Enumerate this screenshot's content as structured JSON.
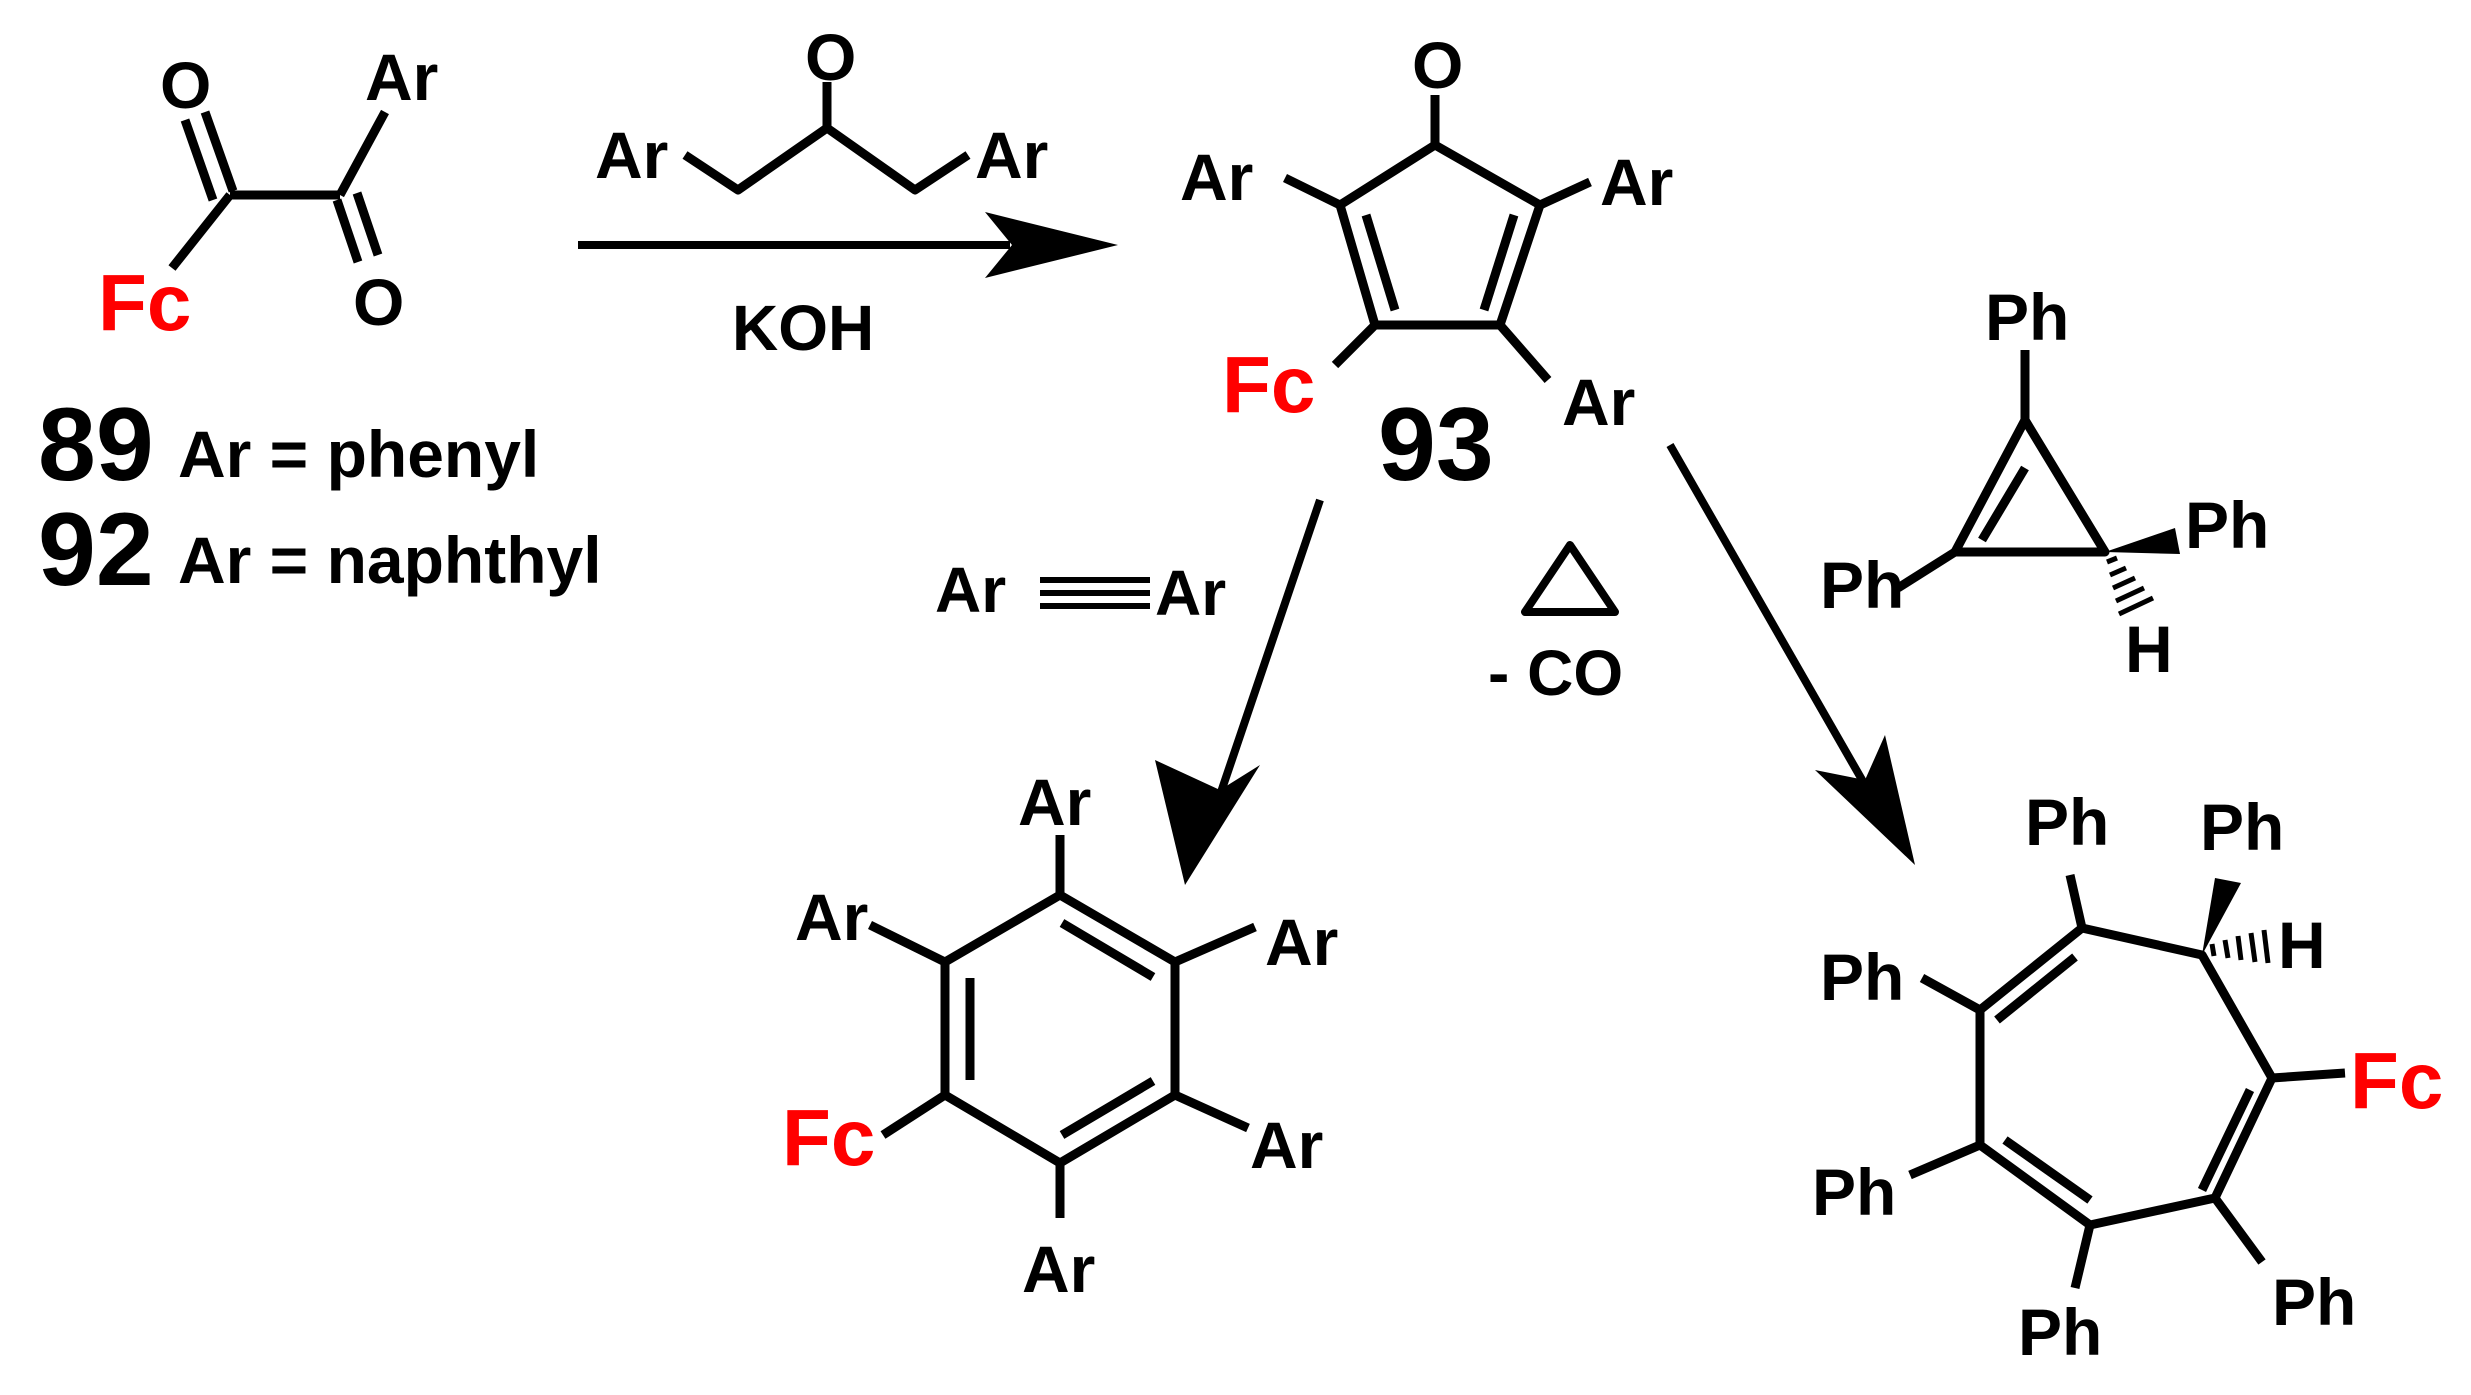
{
  "colors": {
    "bond": "#000000",
    "ferrocenyl": "#ff0000"
  },
  "labels": {
    "ar": "Ar",
    "ph": "Ph",
    "fc": "Fc",
    "o": "O",
    "h": "H"
  },
  "compounds": {
    "c89": {
      "number": "89",
      "description": "Ar = phenyl"
    },
    "c92": {
      "number": "92",
      "description": "Ar = naphthyl"
    },
    "c93": {
      "number": "93"
    }
  },
  "reactions": {
    "condensation": {
      "reagent": "KOH"
    },
    "diels_alder": {
      "reagent_left": "Ar",
      "reagent_right": "Ar"
    },
    "cheletropic": {
      "condition": "- CO"
    }
  }
}
